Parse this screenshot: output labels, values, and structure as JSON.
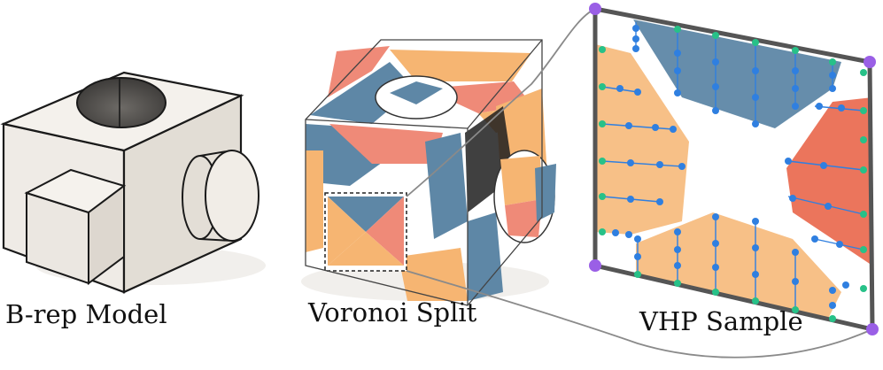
{
  "captions": {
    "brep": "B-rep Model",
    "voronoi": "Voronoi Split",
    "vhp": "VHP Sample"
  },
  "colors": {
    "solid_face": "#eeeae4",
    "solid_side": "#ded9d1",
    "outline": "#1a1a1a",
    "cell_blue": "#5e87a6",
    "cell_orange": "#f6b572",
    "cell_salmon": "#ef8a78",
    "cell_red": "#e9664a",
    "sample_blue": "#2f7fe0",
    "sample_green": "#27c188",
    "corner_purple": "#9a5fe6",
    "frame_gray": "#555555",
    "connector": "#888888"
  }
}
